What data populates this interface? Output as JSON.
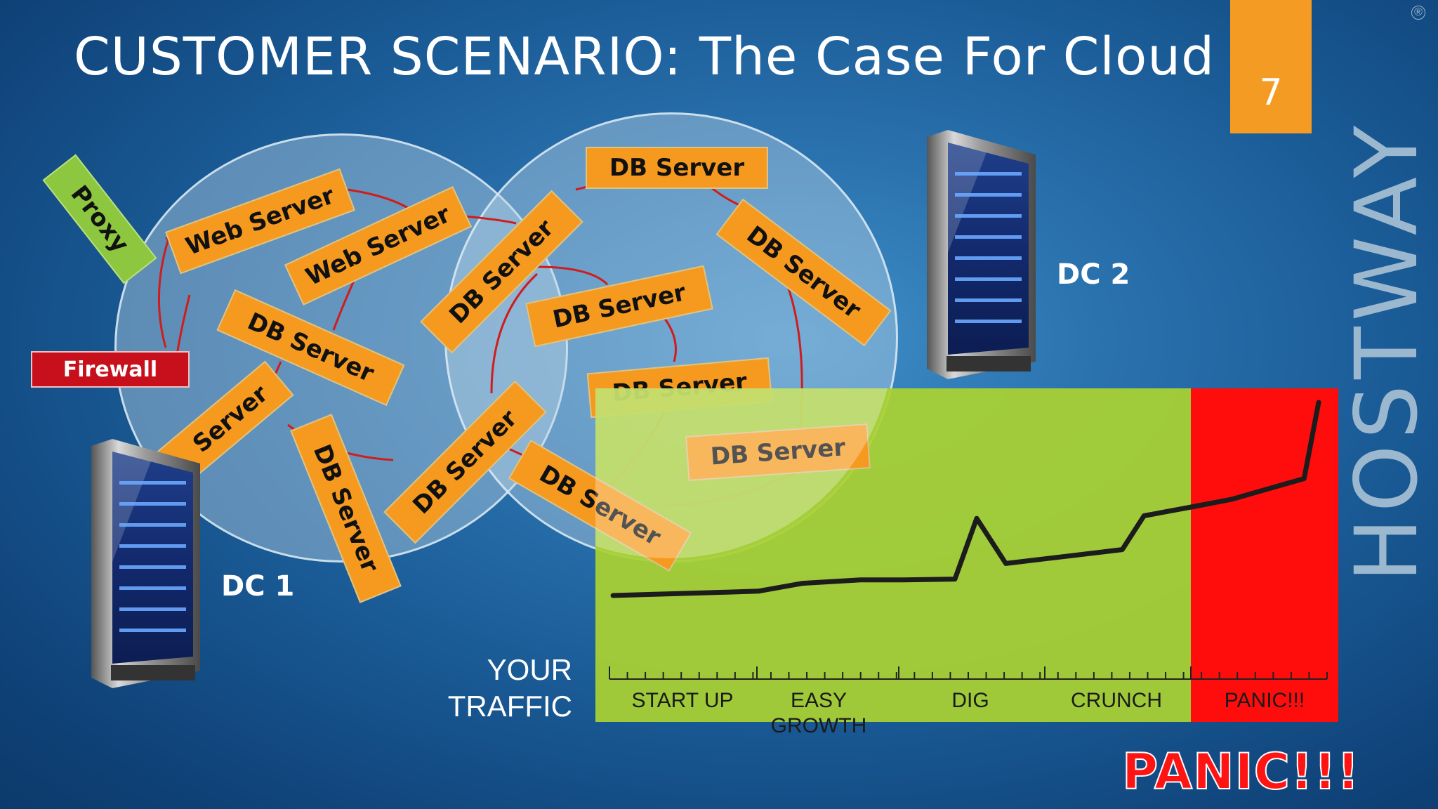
{
  "slide": {
    "title": "CUSTOMER SCENARIO: The Case For Cloud",
    "number": "7",
    "logo": "HOSTWAY",
    "logo_mark": "®"
  },
  "colors": {
    "accent_orange": "#f69a1f",
    "proxy_green": "#8dc63f",
    "firewall_red": "#c8101d",
    "chart_green": "#aad232",
    "chart_red": "#ff0d0d",
    "link_red": "#d01c1c"
  },
  "diagram": {
    "proxy_label": "Proxy",
    "firewall_label": "Firewall",
    "dc1_label": "DC 1",
    "dc2_label": "DC 2",
    "nodes": [
      {
        "id": "web1",
        "label": "Web Server"
      },
      {
        "id": "web2",
        "label": "Web Server"
      },
      {
        "id": "db1",
        "label": "DB Server"
      },
      {
        "id": "db2",
        "label": "Server"
      },
      {
        "id": "db3",
        "label": "DB Server"
      },
      {
        "id": "db4",
        "label": "DB Server"
      },
      {
        "id": "db5",
        "label": "DB Server"
      },
      {
        "id": "db6",
        "label": "DB Server"
      },
      {
        "id": "db7",
        "label": "DB Server"
      },
      {
        "id": "db8",
        "label": "DB Server"
      },
      {
        "id": "db9",
        "label": "DB Server"
      },
      {
        "id": "db10",
        "label": "DB Server"
      },
      {
        "id": "db11",
        "label": "DB Server"
      }
    ],
    "server_icon": "server-rack-icon"
  },
  "chart_data": {
    "type": "line",
    "y_label": "YOUR\nTRAFFIC",
    "y_label_lines": [
      "YOUR",
      "TRAFFIC"
    ],
    "phases": [
      "START UP",
      "EASY GROWTH",
      "DIG",
      "CRUNCH",
      "PANIC!!!"
    ],
    "phase_lines": [
      [
        "START UP"
      ],
      [
        "EASY",
        "GROWTH"
      ],
      [
        "DIG"
      ],
      [
        "CRUNCH"
      ],
      [
        "PANIC!!!"
      ]
    ],
    "x": [
      0,
      0.8,
      1.0,
      1.3,
      1.7,
      2.0,
      2.35,
      2.5,
      2.7,
      2.95,
      3.5,
      3.65,
      4.0,
      4.25,
      4.75,
      4.85
    ],
    "y": [
      0,
      4,
      5,
      14,
      18,
      18,
      19,
      89,
      37,
      42,
      53,
      92,
      103,
      111,
      135,
      223
    ],
    "grid": false
  },
  "callout": "PANIC!!!"
}
